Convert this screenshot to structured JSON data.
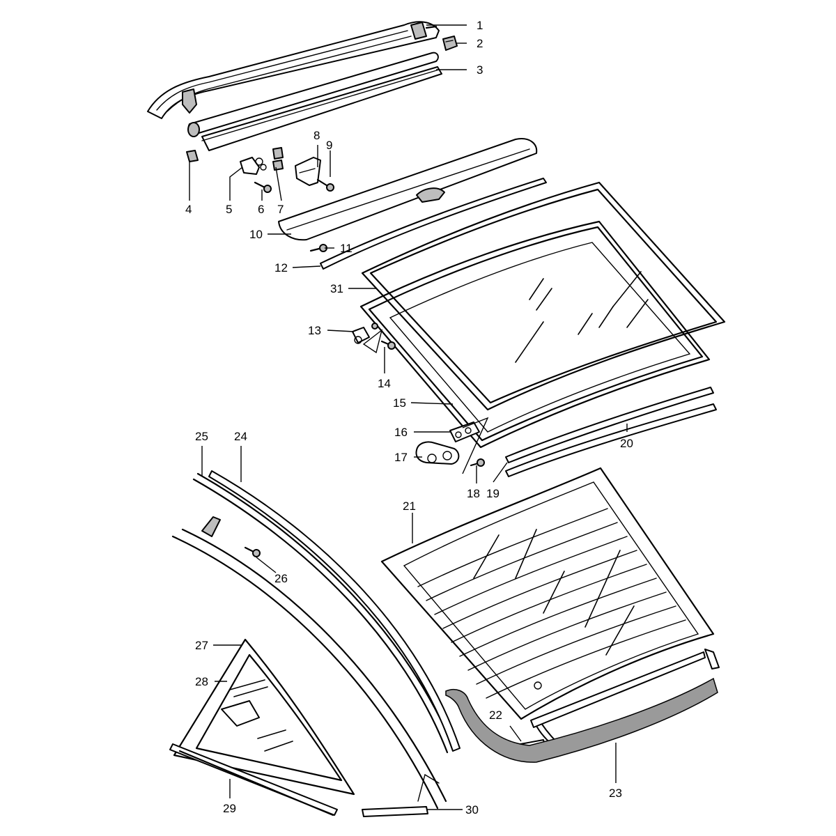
{
  "callouts": {
    "n1": "1",
    "n2": "2",
    "n3": "3",
    "n4": "4",
    "n5": "5",
    "n6": "6",
    "n7": "7",
    "n8": "8",
    "n9": "9",
    "n10": "10",
    "n11": "11",
    "n12": "12",
    "n13": "13",
    "n14": "14",
    "n15": "15",
    "n16": "16",
    "n17": "17",
    "n18": "18",
    "n19": "19",
    "n20": "20",
    "n21": "21",
    "n22": "22",
    "n23": "23",
    "n24": "24",
    "n25": "25",
    "n26": "26",
    "n27": "27",
    "n28": "28",
    "n29": "29",
    "n30": "30",
    "n31": "31"
  }
}
